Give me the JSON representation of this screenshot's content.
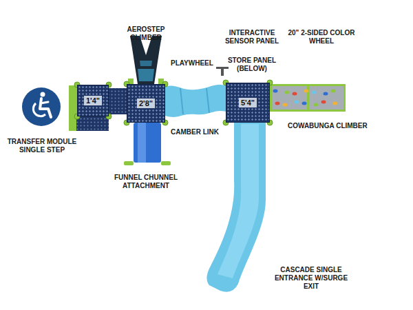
{
  "diagram": {
    "nodes": [
      {
        "text": [
          "1'4\""
        ]
      },
      {
        "text": [
          "2'8\""
        ]
      },
      {
        "text": [
          "5'4\""
        ]
      }
    ],
    "labels": [
      "AEROSTEP CLIMBER",
      "INTERACTIVE SENSOR PANEL",
      "20\" 2-SIDED COLOR WHEEL",
      "PLAYWHEEL",
      "STORE PANEL (BELOW)",
      "TRANSFER MODULE SINGLE STEP",
      "CAMBER LINK",
      "COWABUNGA CLIMBER",
      "FUNNEL CHUNNEL ATTACHMENT",
      "CASCADE SINGLE ENTRANCE W/SURGE EXIT"
    ]
  }
}
